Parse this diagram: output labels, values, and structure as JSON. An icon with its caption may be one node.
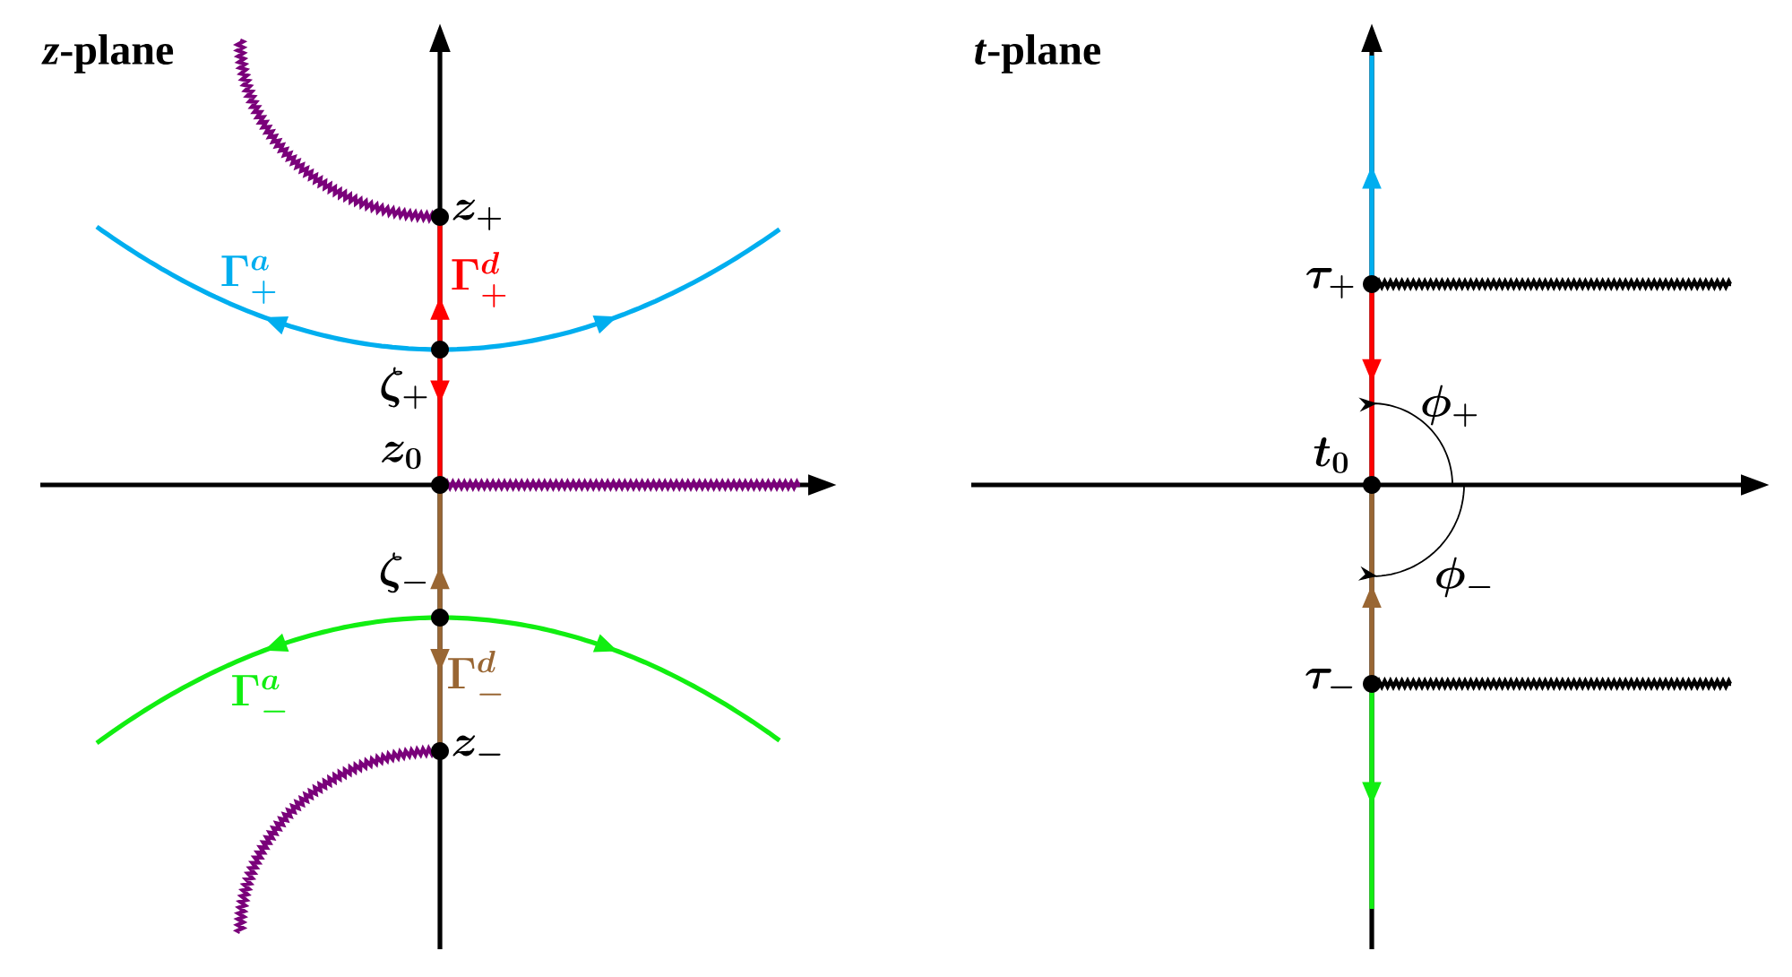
{
  "diagram": {
    "labels": [
      "*z*-plane",
      "*t*-plane",
      "z_{+}",
      "\\Gamma^{a}_{+}",
      "\\Gamma^{d}_{+}",
      "\\tau_{+}",
      "\\phi_{+}",
      "\\zeta_{+}",
      "z_{0}",
      "t_{0}",
      "\\zeta_{-}",
      "\\phi_{-}",
      "\\Gamma^{a}_{-}",
      "\\Gamma^{d}_{-}",
      "\\tau_{-}",
      "z_{-}"
    ]
  }
}
